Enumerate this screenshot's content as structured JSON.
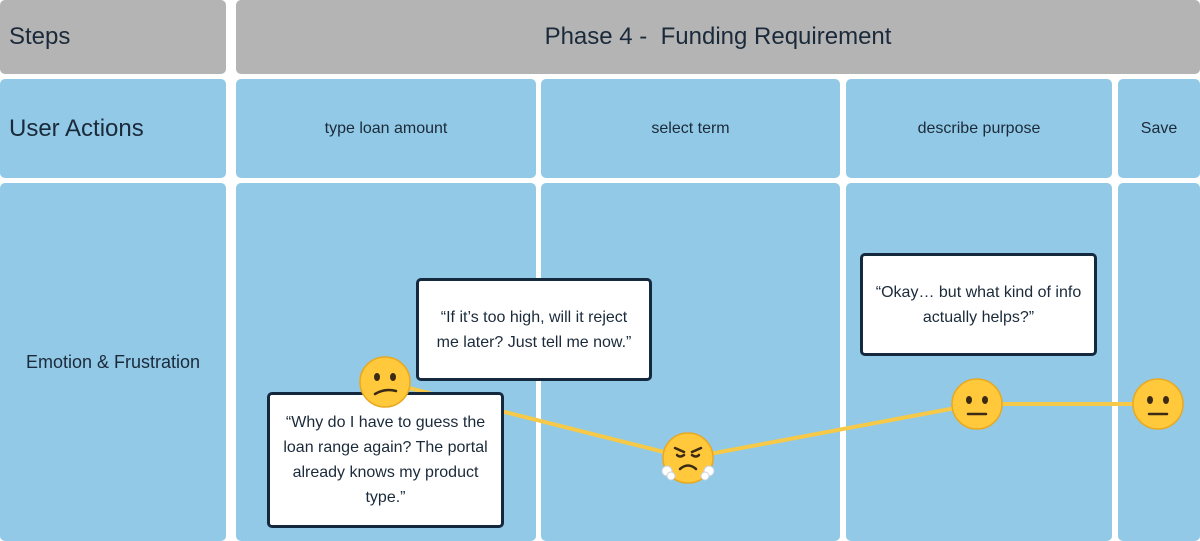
{
  "header": {
    "steps_label": "Steps",
    "phase_title": "Phase 4 -  Funding Requirement"
  },
  "rows": {
    "user_actions_label": "User Actions",
    "emotion_label": "Emotion & Frustration"
  },
  "actions": [
    "type loan amount",
    "select term",
    "describe purpose",
    "Save"
  ],
  "quotes": {
    "reject_later": "“If it’s too high, will it reject me later? Just tell me now.”",
    "guess_range": "“Why do I have to guess the loan range again? The portal already knows my product type.”",
    "info_helps": "“Okay… but what kind of info actually helps?”"
  },
  "emotions": [
    {
      "step": "type loan amount",
      "emoji": "confused-face-icon"
    },
    {
      "step": "select term",
      "emoji": "angry-huffing-face-icon"
    },
    {
      "step": "describe purpose",
      "emoji": "neutral-face-icon"
    },
    {
      "step": "Save",
      "emoji": "neutral-face-icon"
    }
  ],
  "colors": {
    "header_gray": "#b4b4b4",
    "lane_blue": "#92c9e6",
    "bubble_border": "#14293d",
    "connector_yellow": "#f7c948",
    "emoji_yellow": "#ffc93b"
  }
}
